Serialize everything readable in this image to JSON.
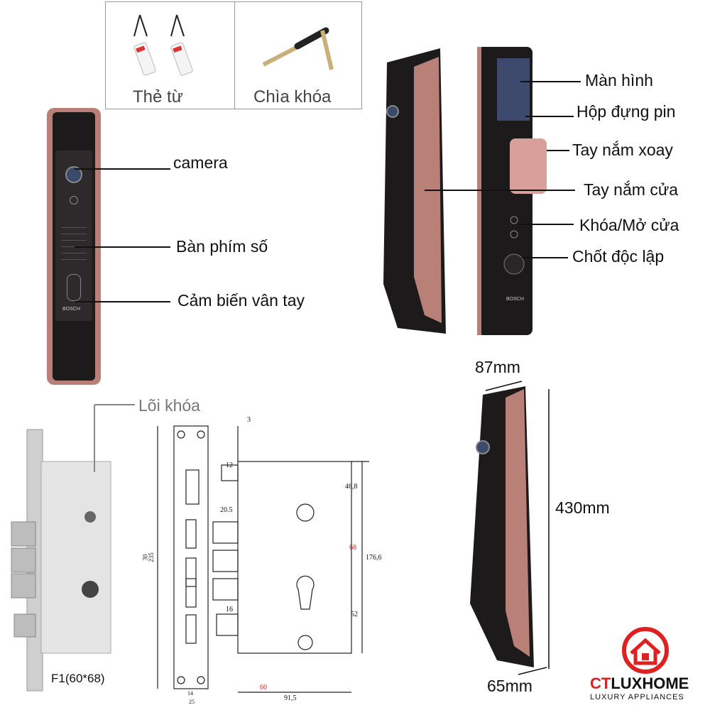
{
  "accessories": {
    "card_label": "Thẻ từ",
    "key_label": "Chìa khóa"
  },
  "front_lock": {
    "brand": "BOSCH",
    "callouts": [
      "camera",
      "Bàn phím số",
      "Cảm biến vân tay"
    ]
  },
  "side_view": {
    "brand": "BOSCH",
    "callouts": [
      "Màn hình",
      "Hộp đựng pin",
      "Tay nắm xoay",
      "Tay nắm cửa",
      "Khóa/Mở cửa",
      "Chốt độc lập"
    ]
  },
  "mortise": {
    "title": "Lõi khóa",
    "model": "F1(60*68)"
  },
  "technical_drawing": {
    "dimensions": [
      "3",
      "12",
      "20.5",
      "16",
      "46,8",
      "68",
      "176,6",
      "52",
      "60",
      "91,5",
      "14",
      "25",
      "30",
      "235"
    ]
  },
  "dimensions_view": {
    "width_top": "87mm",
    "height": "430mm",
    "width_bottom": "65mm"
  },
  "brand_logo": {
    "name_part1": "CT",
    "name_part2": "LUXHOME",
    "tagline": "LUXURY APPLIANCES",
    "color": "#e02020"
  },
  "colors": {
    "rose_gold": "#b98078",
    "lock_black": "#1d1a1b",
    "accent_red": "#e02020"
  }
}
